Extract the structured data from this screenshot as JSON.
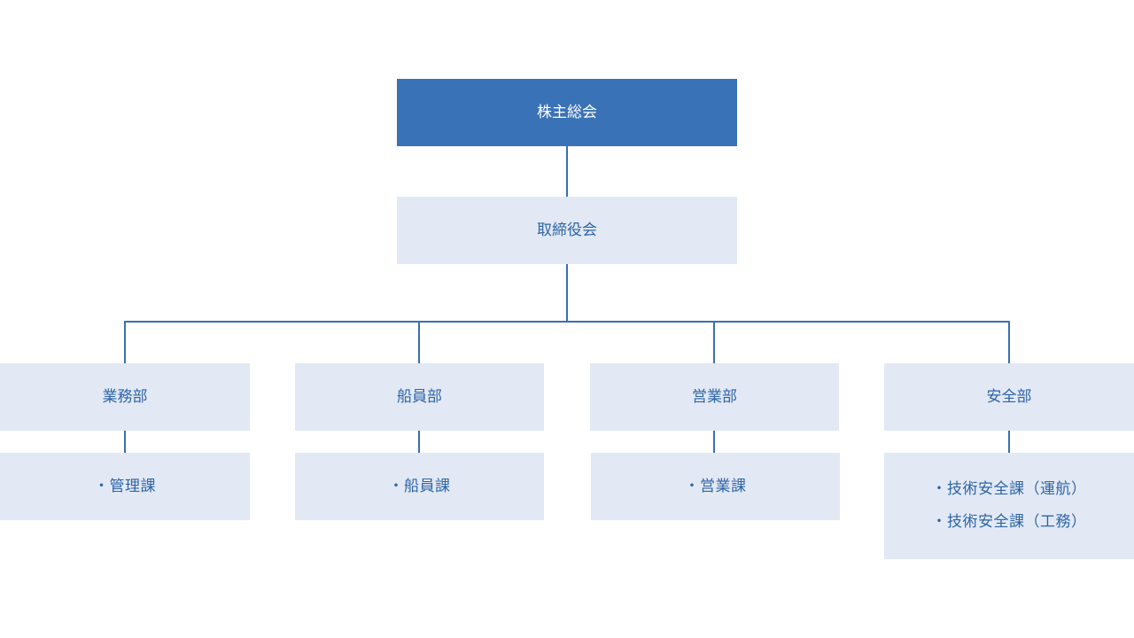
{
  "org": {
    "top": "株主総会",
    "board": "取締役会",
    "departments": [
      {
        "name": "業務部",
        "sections": [
          "・管理課"
        ]
      },
      {
        "name": "船員部",
        "sections": [
          "・船員課"
        ]
      },
      {
        "name": "営業部",
        "sections": [
          "・営業課"
        ]
      },
      {
        "name": "安全部",
        "sections": [
          "・技術安全課（運航）",
          "・技術安全課（工務）"
        ]
      }
    ]
  },
  "colors": {
    "top_fill": "#3a72b8",
    "box_fill": "#e2e9f4",
    "text": "#2e64a8",
    "line": "#3a6fb0"
  }
}
